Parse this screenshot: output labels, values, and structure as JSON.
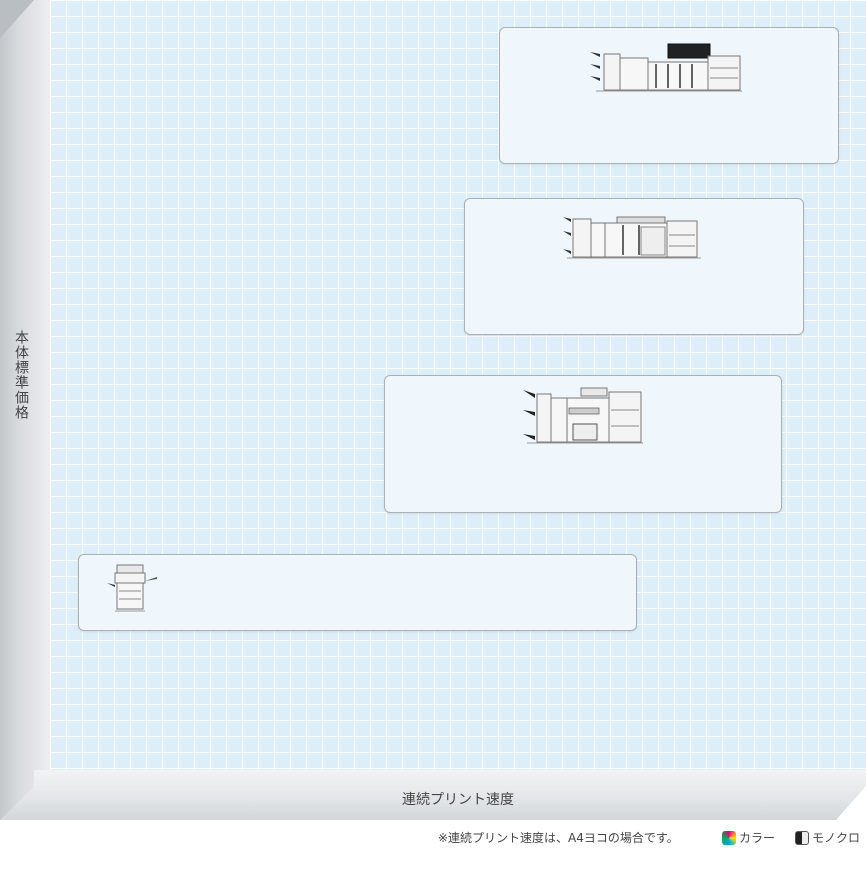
{
  "axes": {
    "y_label": "本体標準価格",
    "x_label": "連続プリント速度"
  },
  "products": [
    {
      "id": "product-1",
      "machine": "printer-large-black-top-icon"
    },
    {
      "id": "product-2",
      "machine": "printer-large-white-icon"
    },
    {
      "id": "product-3",
      "machine": "printer-medium-icon"
    },
    {
      "id": "product-4",
      "machine": "printer-small-icon"
    }
  ],
  "footer": {
    "note": "※連続プリント速度は、A4ヨコの場合です。",
    "legend": [
      {
        "label": "カラー",
        "icon": "color-swatch-icon"
      },
      {
        "label": "モノクロ",
        "icon": "mono-swatch-icon"
      }
    ]
  },
  "colors": {
    "grid_background": "#ddeef8",
    "grid_line": "#ffffff",
    "box_border": "#a9b0b6",
    "frame": "#b9bec2"
  }
}
